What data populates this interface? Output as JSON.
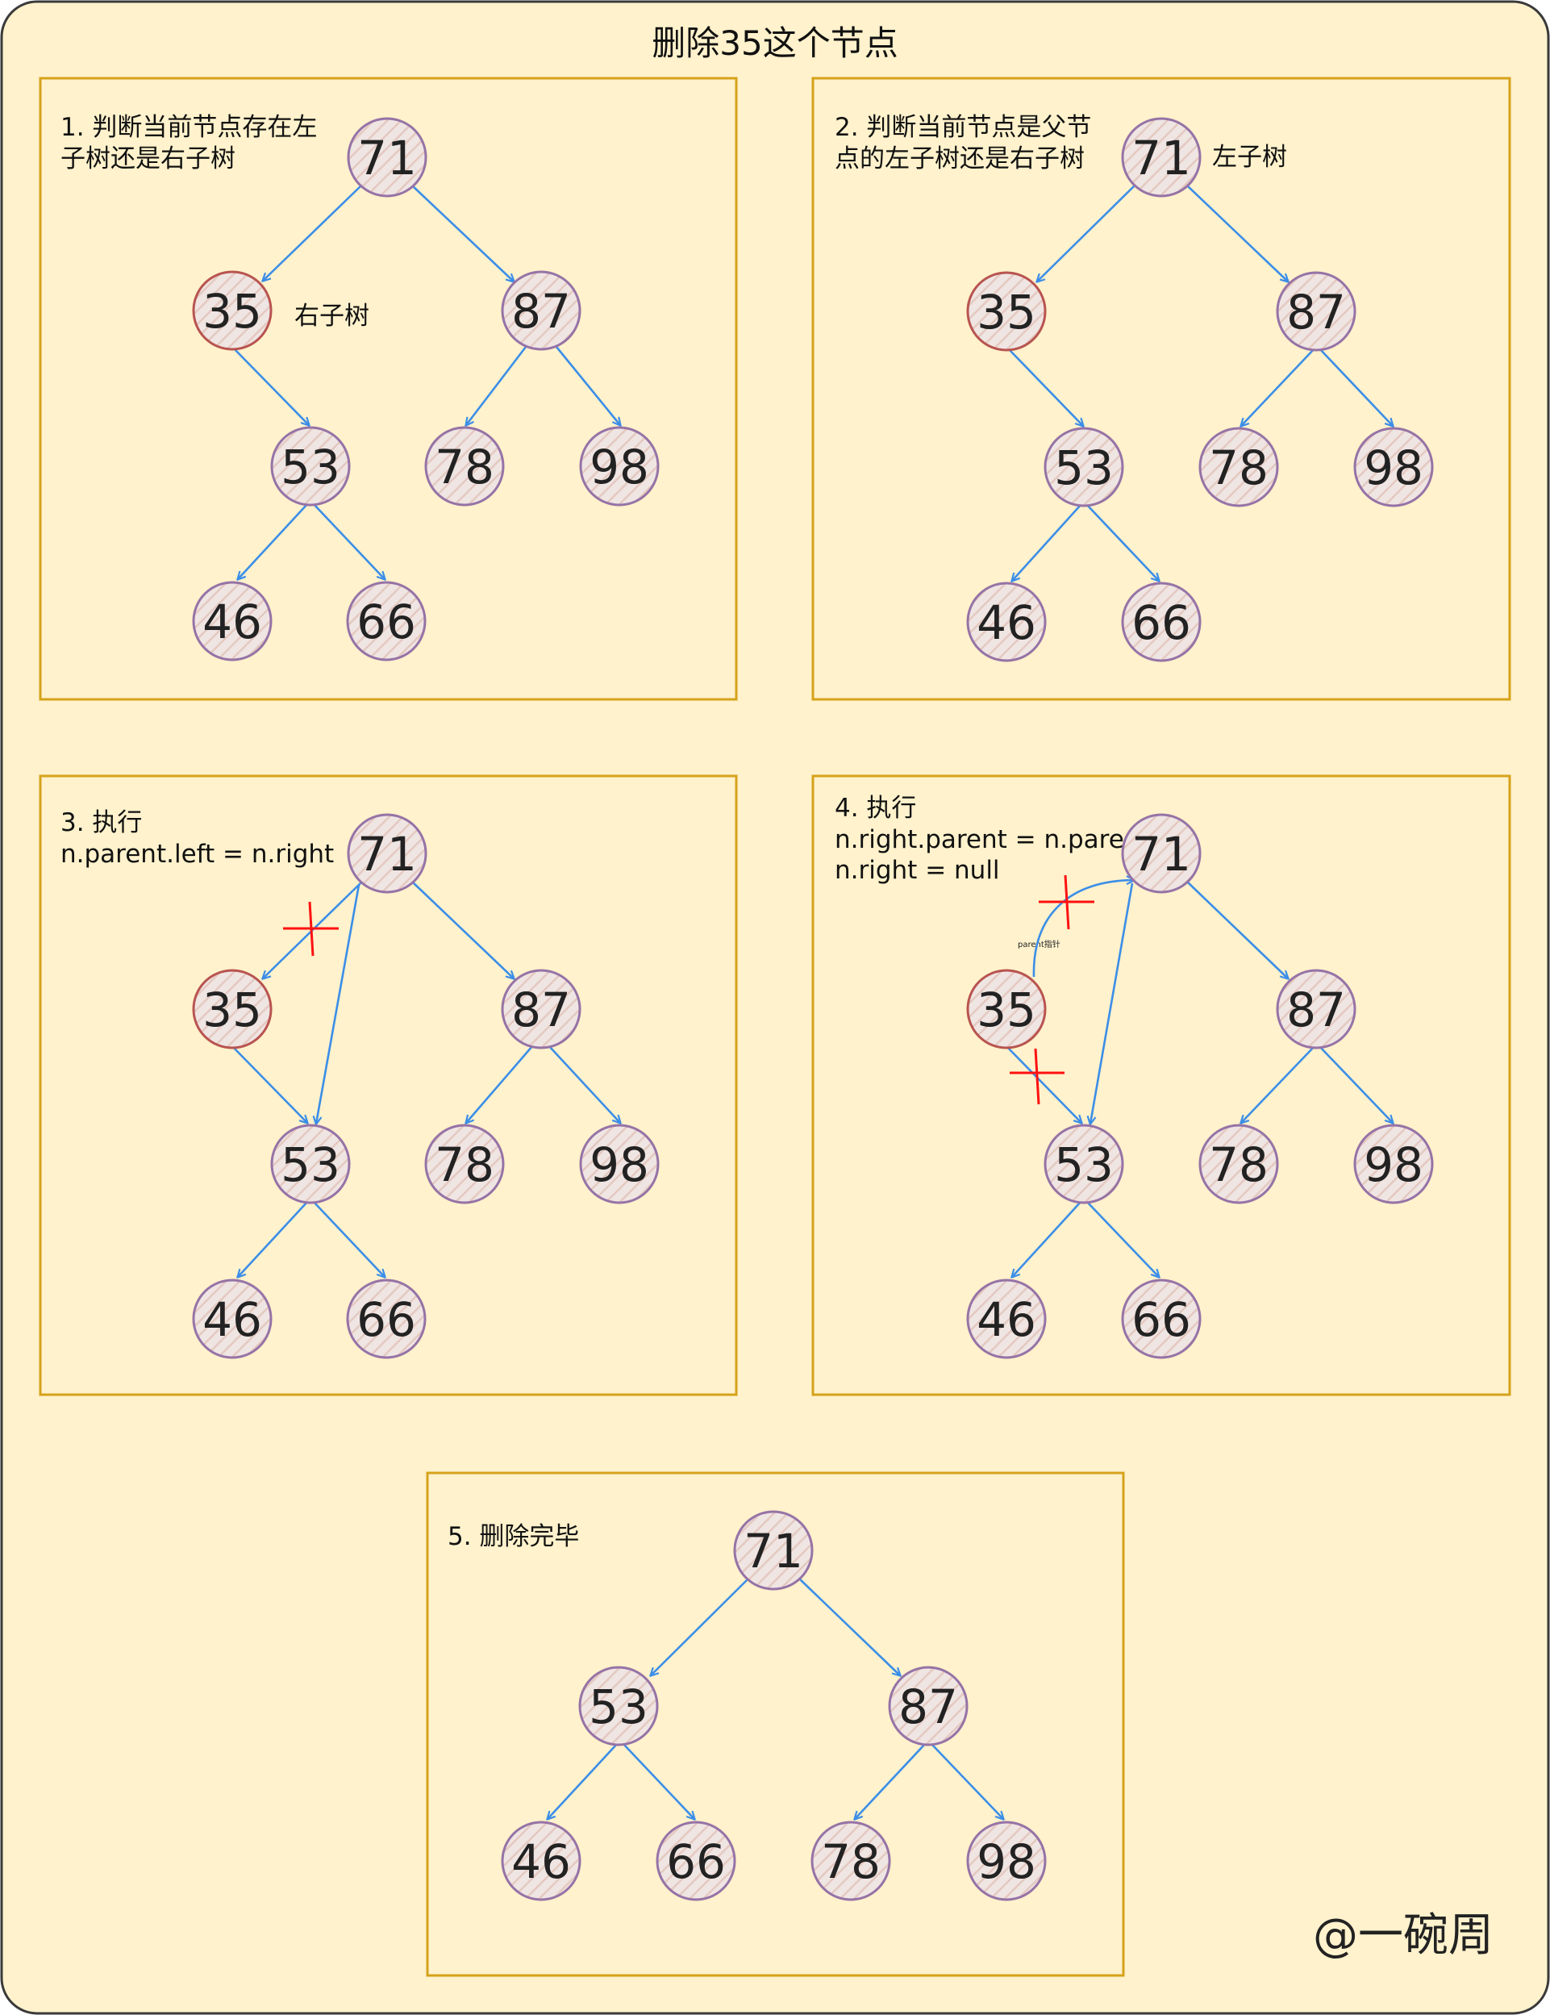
{
  "title": "删除35这个节点",
  "watermark": "@一碗周",
  "colors": {
    "background": "#fff2cc",
    "frame_border": "#3a3a3a",
    "panel_border": "#d6a21a",
    "edge": "#3b8ee8",
    "node_stroke": "#9673a6",
    "node_highlight_stroke": "#b85450",
    "cross": "#ff1111"
  },
  "panels": [
    {
      "caption": [
        "1. 判断当前节点存在左",
        "子树还是右子树"
      ],
      "note": "右子树",
      "nodes": [
        "71",
        "35",
        "87",
        "53",
        "78",
        "98",
        "46",
        "66"
      ],
      "highlight": "35"
    },
    {
      "caption": [
        "2. 判断当前节点是父节",
        "点的左子树还是右子树"
      ],
      "note": "左子树",
      "nodes": [
        "71",
        "35",
        "87",
        "53",
        "78",
        "98",
        "46",
        "66"
      ],
      "highlight": "35"
    },
    {
      "caption": [
        "3. 执行",
        "n.parent.left = n.right"
      ],
      "nodes": [
        "71",
        "35",
        "87",
        "53",
        "78",
        "98",
        "46",
        "66"
      ],
      "highlight": "35"
    },
    {
      "caption": [
        "4. 执行",
        "n.right.parent = n.parent",
        "n.right = null"
      ],
      "pointer_label": "parent指针",
      "nodes": [
        "71",
        "35",
        "87",
        "53",
        "78",
        "98",
        "46",
        "66"
      ],
      "highlight": "35"
    },
    {
      "caption": [
        "5. 删除完毕"
      ],
      "nodes": [
        "71",
        "53",
        "87",
        "46",
        "66",
        "78",
        "98"
      ]
    }
  ]
}
